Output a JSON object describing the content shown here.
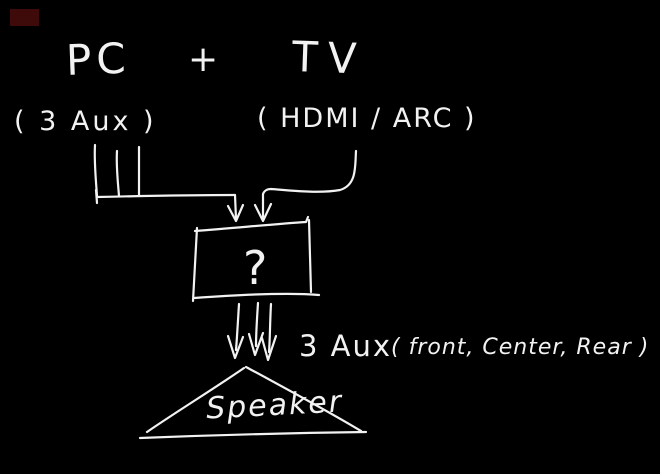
{
  "scene": {
    "background": "#000000",
    "ink": "#f2f2f2",
    "badge_color": "#3f0a0a"
  },
  "sources": {
    "pc_label": "PC",
    "plus_sign": "+",
    "tv_label": "TV",
    "pc_connection": "( 3 Aux )",
    "tv_connection": "( HDMI / ARC )"
  },
  "receiver": {
    "question_mark": "?"
  },
  "output": {
    "cable_count": "3 Aux",
    "cable_channels": "( front, Center, Rear )",
    "speaker_label": "Speaker"
  }
}
